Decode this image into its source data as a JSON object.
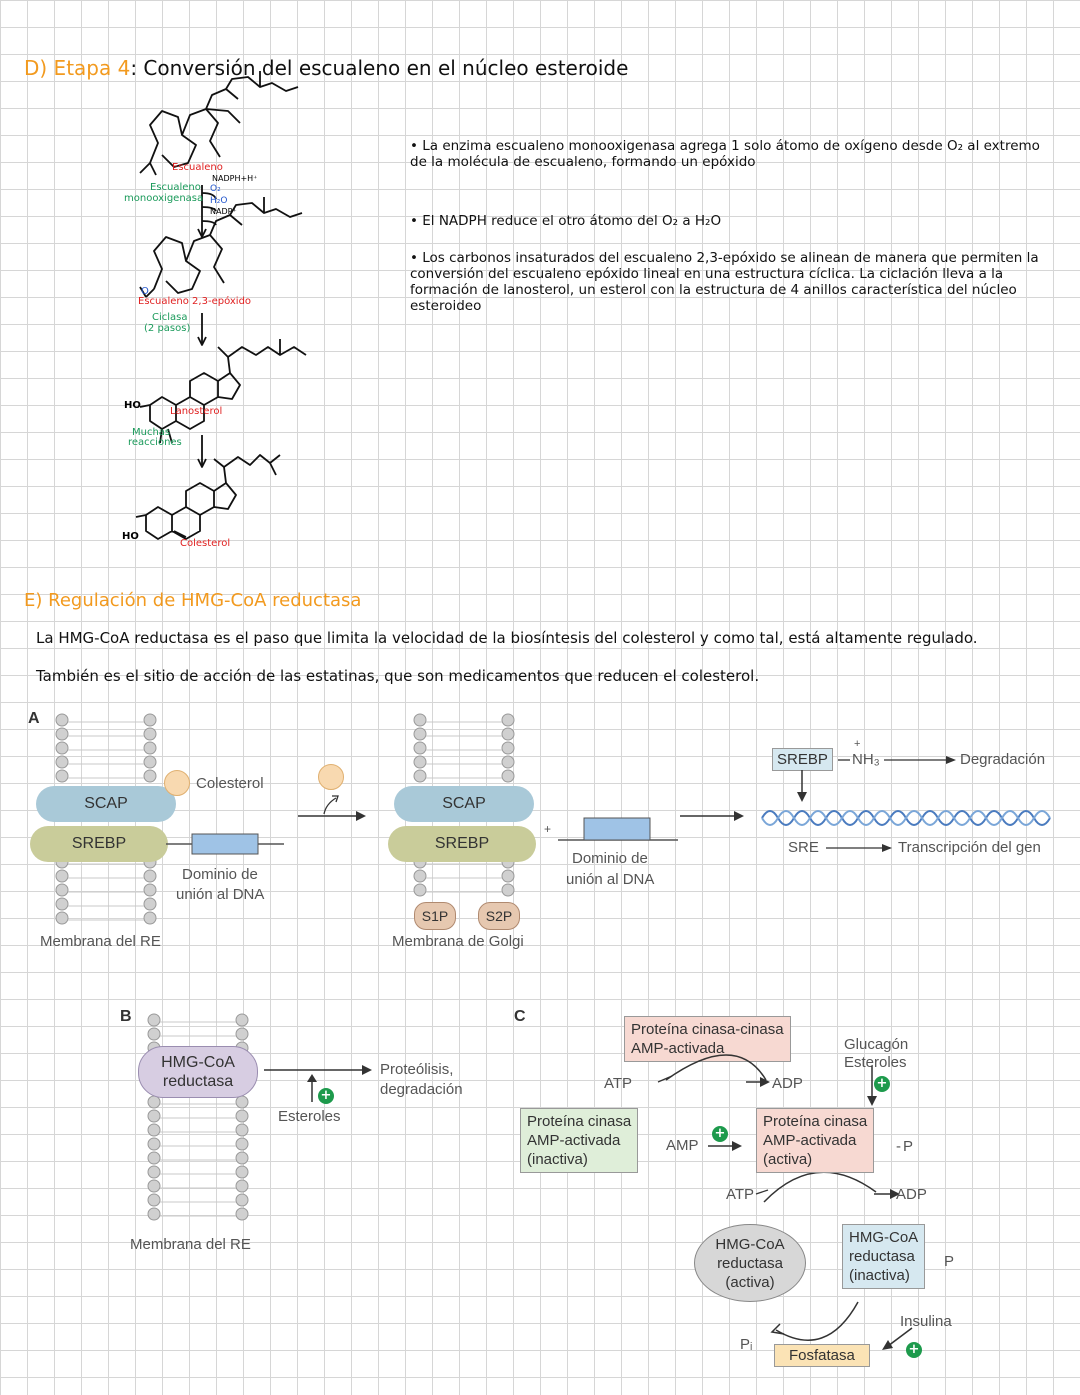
{
  "section_d": {
    "title_prefix": "D) Etapa 4",
    "title_rest": ": Conversión del escualeno en el núcleo esteroide",
    "molecule_labels": {
      "escualeno": "Escualeno",
      "enzyme_line1": "Escualeno",
      "enzyme_line2": "monooxigenasa",
      "nadph": "NADPH+H⁺",
      "o2": "O₂",
      "h2o": "H₂O",
      "nadp": "NADP⁺",
      "o_label": "O",
      "epoxide": "Escualeno 2,3-epóxido",
      "ciclasa_line1": "Ciclasa",
      "ciclasa_line2": "(2 pasos)",
      "ho1": "HO",
      "lanosterol": "Lanosterol",
      "muchas_line1": "Muchas",
      "muchas_line2": "reacciones",
      "ho2": "HO",
      "colesterol": "Colesterol"
    },
    "notes": [
      "• La enzima escualeno monooxigenasa agrega 1 solo átomo de oxígeno desde O₂ al extremo de la molécula de escualeno, formando un epóxido",
      "• El NADPH reduce el otro átomo del O₂ a H₂O",
      "• Los carbonos insaturados del escualeno 2,3-epóxido se alinean de manera que permiten la conversión del escualeno epóxido lineal en una estructura cíclica. La ciclación lleva a la formación de lanosterol, un esterol con la estructura de 4 anillos característica del núcleo esteroideo"
    ]
  },
  "section_e": {
    "title": "E) Regulación de HMG-CoA reductasa",
    "paragraph1": "La HMG-CoA reductasa es el paso que limita la velocidad de la biosíntesis del colesterol y como tal, está altamente regulado.",
    "paragraph2": "También es el sitio de acción de las estatinas, que son medicamentos que reducen el colesterol."
  },
  "figure_a": {
    "panel_label": "A",
    "scap": "SCAP",
    "srebp": "SREBP",
    "colesterol": "Colesterol",
    "dominio_line1": "Dominio de",
    "dominio_line2": "unión al DNA",
    "membrana_re": "Membrana del RE",
    "plus": "+",
    "s1p": "S1P",
    "s2p": "S2P",
    "membrana_golgi": "Membrana de Golgi",
    "srebp_free": "SREBP",
    "nh3": "NH₃",
    "nh3_charge": "+",
    "degradacion": "Degradación",
    "sre": "SRE",
    "transcripcion": "Transcripción del gen"
  },
  "figure_b": {
    "panel_label": "B",
    "hmg_line1": "HMG-CoA",
    "hmg_line2": "reductasa",
    "proteolisis_line1": "Proteólisis,",
    "proteolisis_line2": "degradación",
    "esteroles": "Esteroles",
    "membrana_re": "Membrana del RE"
  },
  "figure_c": {
    "panel_label": "C",
    "kinase_kinase_line1": "Proteína cinasa-cinasa",
    "kinase_kinase_line2": "AMP-activada",
    "atp1": "ATP",
    "adp1": "ADP",
    "glucagon": "Glucagón",
    "esteroles": "Esteroles",
    "inactive_kinase_line1": "Proteína cinasa",
    "inactive_kinase_line2": "AMP-activada",
    "inactive_kinase_line3": "(inactiva)",
    "amp": "AMP",
    "active_kinase_line1": "Proteína cinasa",
    "active_kinase_line2": "AMP-activada",
    "active_kinase_line3": "(activa)",
    "p1": "P",
    "atp2": "ATP",
    "adp2": "ADP",
    "hmg_active_line1": "HMG-CoA",
    "hmg_active_line2": "reductasa",
    "hmg_active_line3": "(activa)",
    "hmg_inactive_line1": "HMG-CoA",
    "hmg_inactive_line2": "reductasa",
    "hmg_inactive_line3": "(inactiva)",
    "p2": "P",
    "insulina": "Insulina",
    "pi": "Pᵢ",
    "fosfatasa": "Fosfatasa",
    "plus_sign": "+"
  },
  "colors": {
    "title_orange": "#f29a1f",
    "label_red": "#e02020",
    "label_green": "#1a9a5a",
    "label_blue": "#2255cc",
    "scap_fill": "#a9c9d8",
    "srebp_fill": "#c9cc9a",
    "domain_fill": "#9fc3e6",
    "kinase_active_fill": "#f7d9d2",
    "kinase_inactive_fill": "#dfeed9",
    "hmg_inactive_fill": "#d6e8f0",
    "phosphatase_fill": "#fbe3b5",
    "cholesterol_fill": "#f8d9b0",
    "plus_green": "#1d9a4c"
  }
}
